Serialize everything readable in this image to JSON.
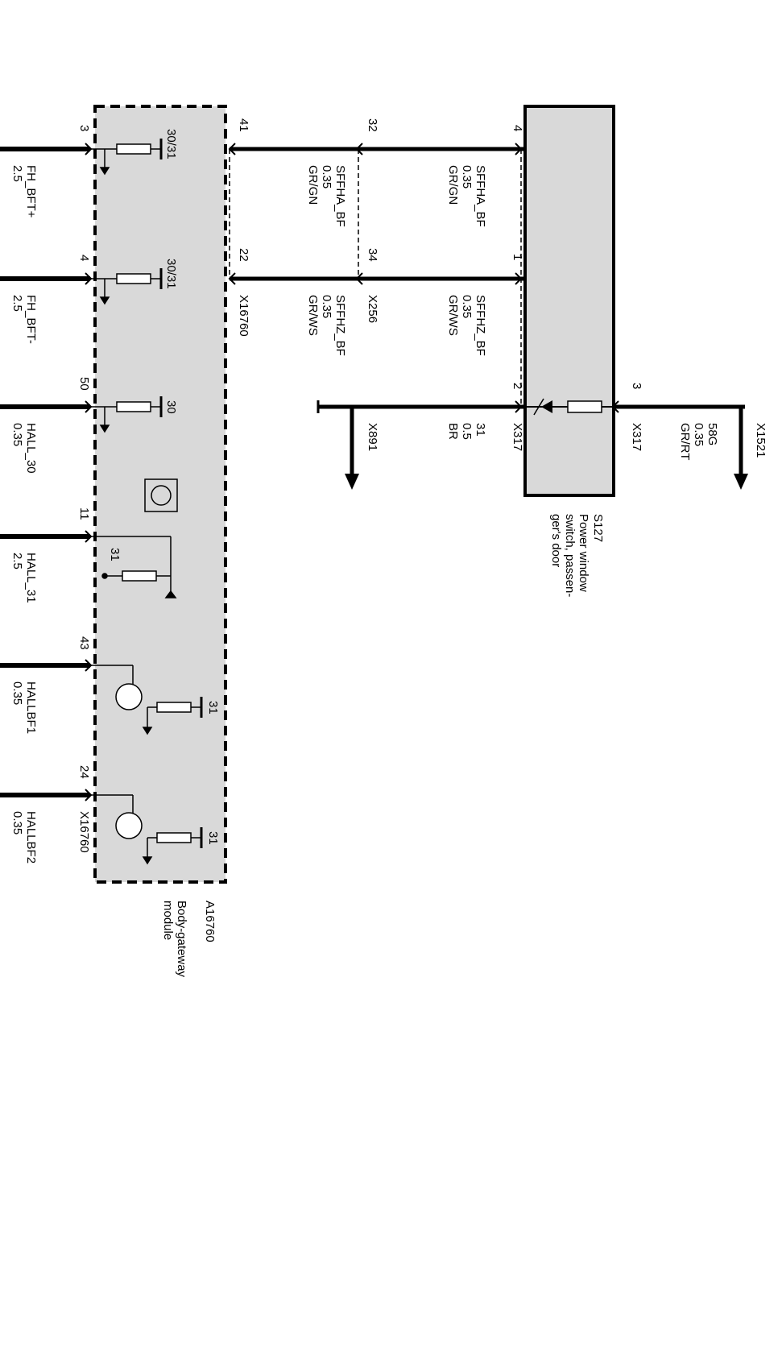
{
  "colors": {
    "module_fill": "#d9d9d9",
    "switch_fill": "#d9d9d9",
    "wire": "#000000"
  },
  "switch": {
    "ref": "S127",
    "name_line1": "Power window",
    "name_line2": "switch, passen-",
    "name_line3": "ger's door",
    "connector": "X317"
  },
  "module": {
    "ref": "A16760",
    "name_line1": "Body-gateway",
    "name_line2": "module",
    "connector": "X16760"
  },
  "ground_connector": "X891",
  "supply_connector": "X1521",
  "splice_connector": "X256",
  "wires_right": [
    {
      "pin": "4",
      "sig": "SFFHA_BF",
      "size": "0.35",
      "color": "GR/GN"
    },
    {
      "pin": "1",
      "sig": "SFFHZ_BF",
      "size": "0.35",
      "color": "GR/WS"
    },
    {
      "pin": "2",
      "sig": "31",
      "size": "0.5",
      "color": "BR"
    },
    {
      "pin": "3",
      "sig": "58G",
      "size": "0.35",
      "color": "GR/RT"
    }
  ],
  "wires_mid": [
    {
      "pin": "32",
      "sig": "SFFHA_BF",
      "size": "0.35",
      "color": "GR/GN"
    },
    {
      "pin": "34",
      "sig": "SFFHZ_BF",
      "size": "0.35",
      "color": "GR/WS"
    }
  ],
  "module_pins_top": [
    "41",
    "22"
  ],
  "module_pins_left": [
    {
      "pin": "3",
      "sig": "FH_BFT+",
      "size": "2.5",
      "internal": "30/31"
    },
    {
      "pin": "4",
      "sig": "FH_BFT-",
      "size": "2.5",
      "internal": "30/31"
    },
    {
      "pin": "50",
      "sig": "HALL_30",
      "size": "0.35",
      "internal": "30"
    },
    {
      "pin": "11",
      "sig": "HALL_31",
      "size": "2.5",
      "internal": "31"
    },
    {
      "pin": "43",
      "sig": "HALLBF1",
      "size": "0.35",
      "internal": "31"
    },
    {
      "pin": "24",
      "sig": "HALLBF2",
      "size": "0.35",
      "internal": "31"
    }
  ]
}
